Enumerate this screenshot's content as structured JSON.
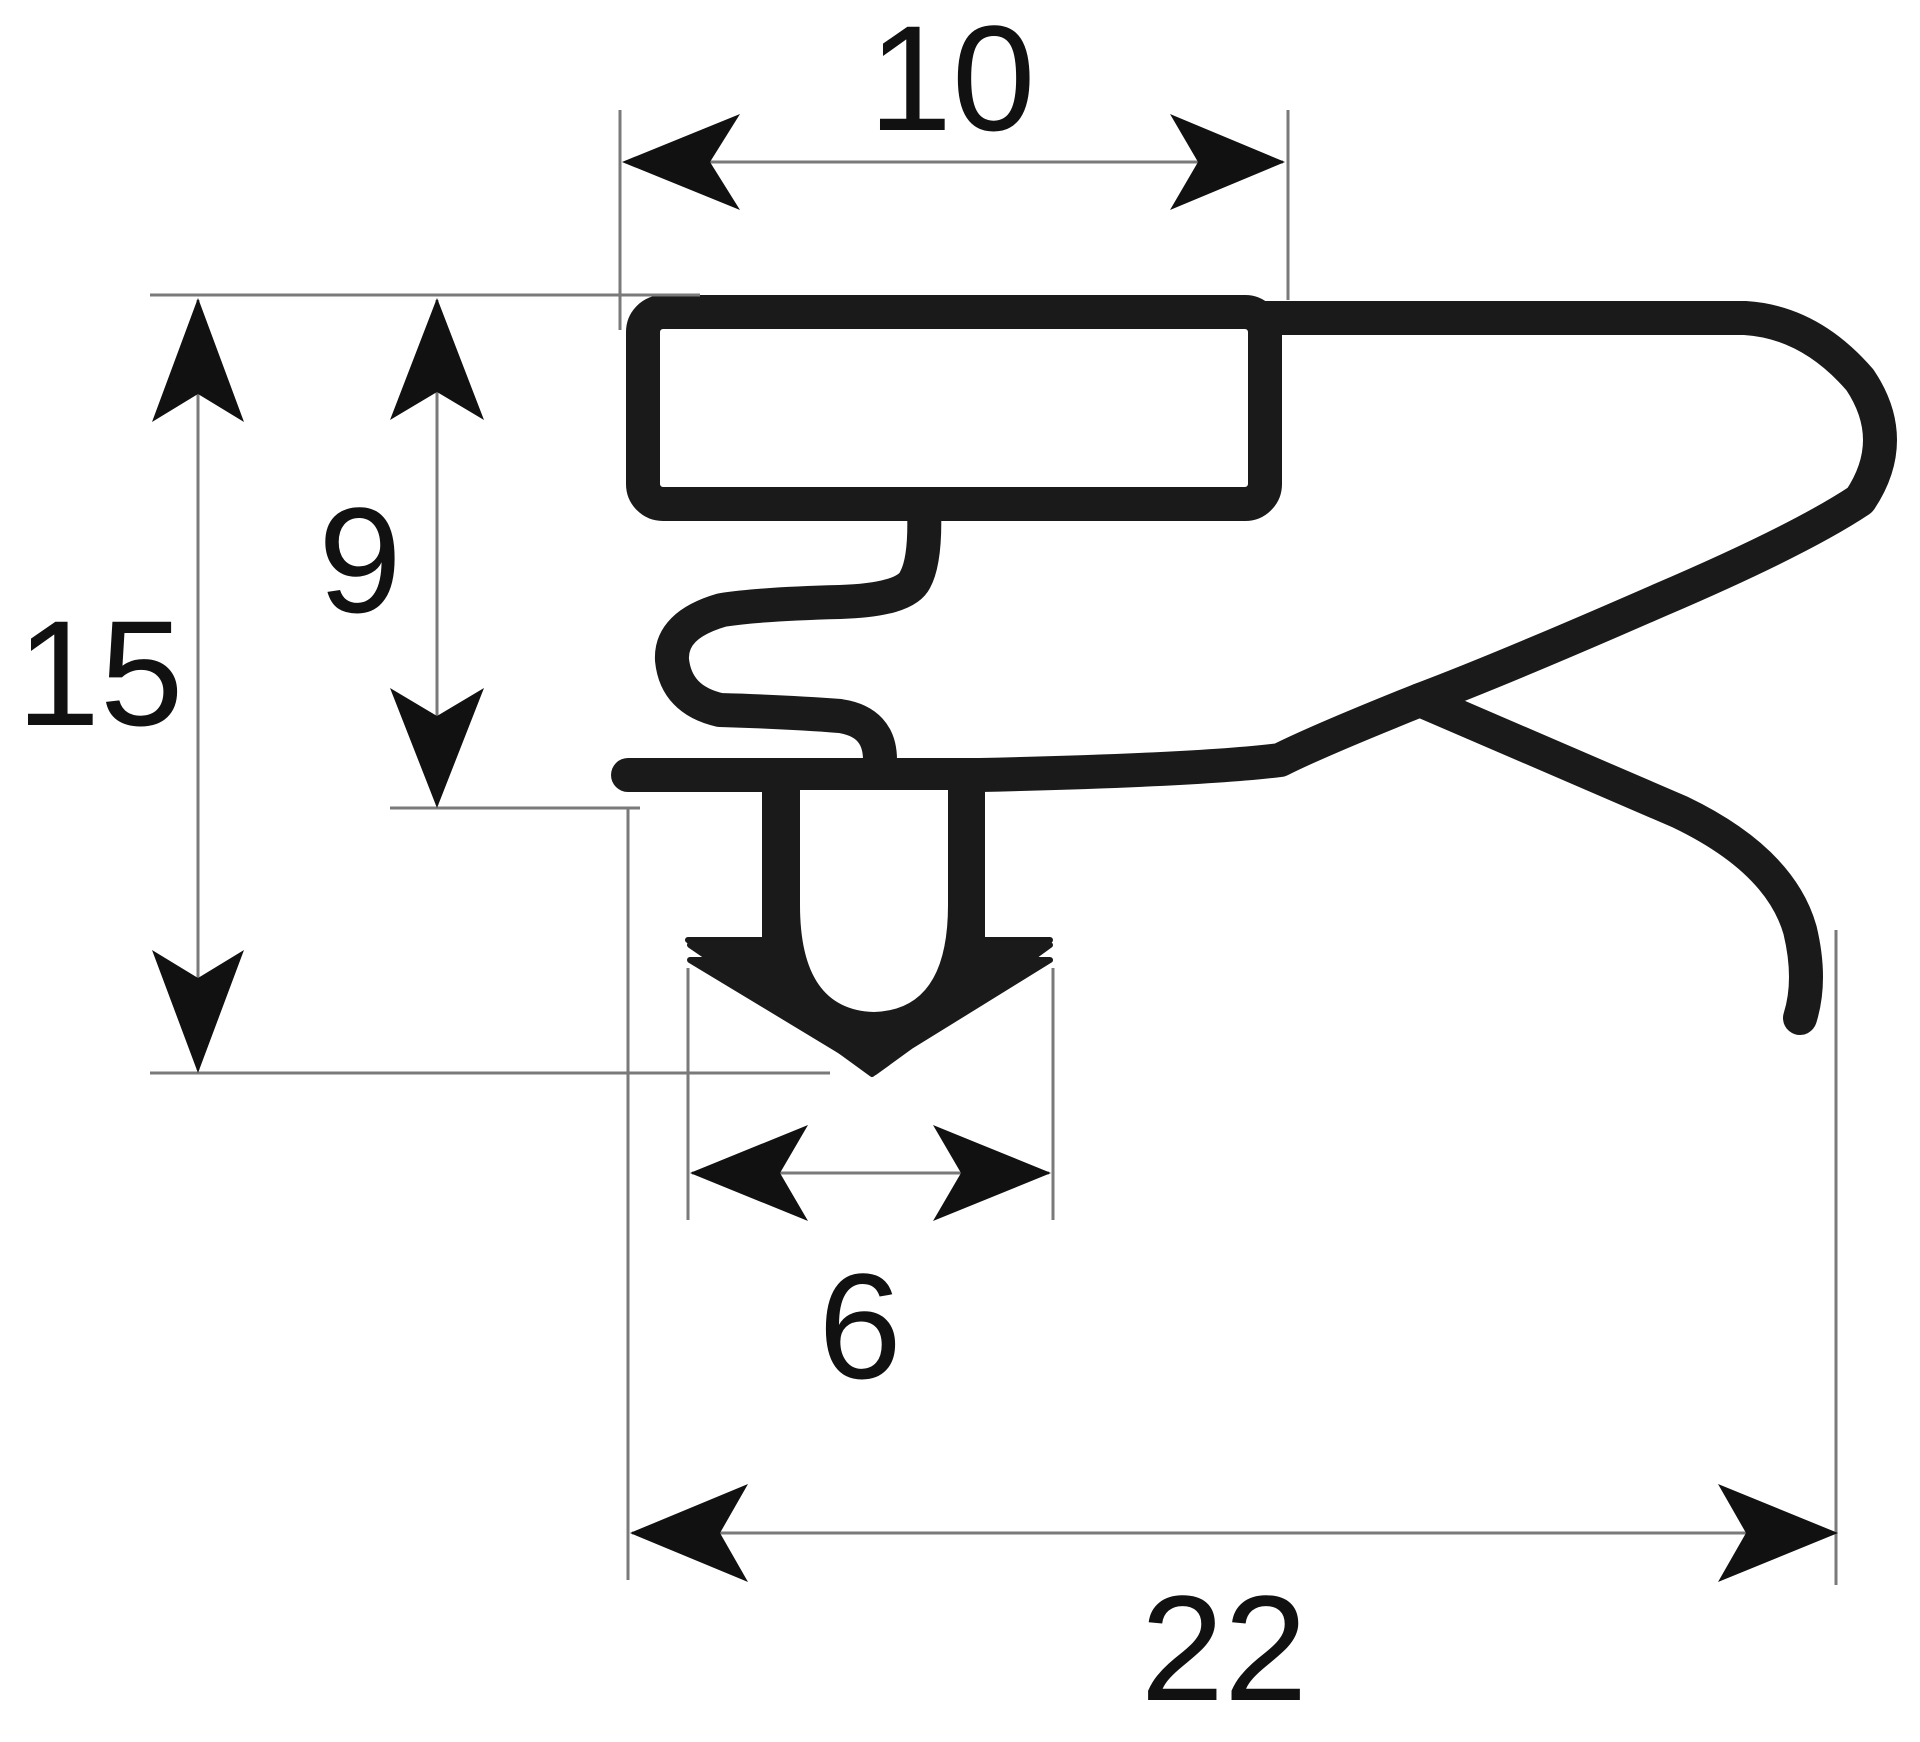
{
  "diagram": {
    "dimensions": [
      {
        "id": "top-width",
        "label": "10"
      },
      {
        "id": "inner-height",
        "label": "9"
      },
      {
        "id": "total-height",
        "label": "15"
      },
      {
        "id": "foot-width",
        "label": "6"
      },
      {
        "id": "total-width",
        "label": "22"
      }
    ],
    "colors": {
      "profile": "#1a1a1a",
      "dimension_lines": "#7a7a7a",
      "background": "#ffffff"
    }
  }
}
